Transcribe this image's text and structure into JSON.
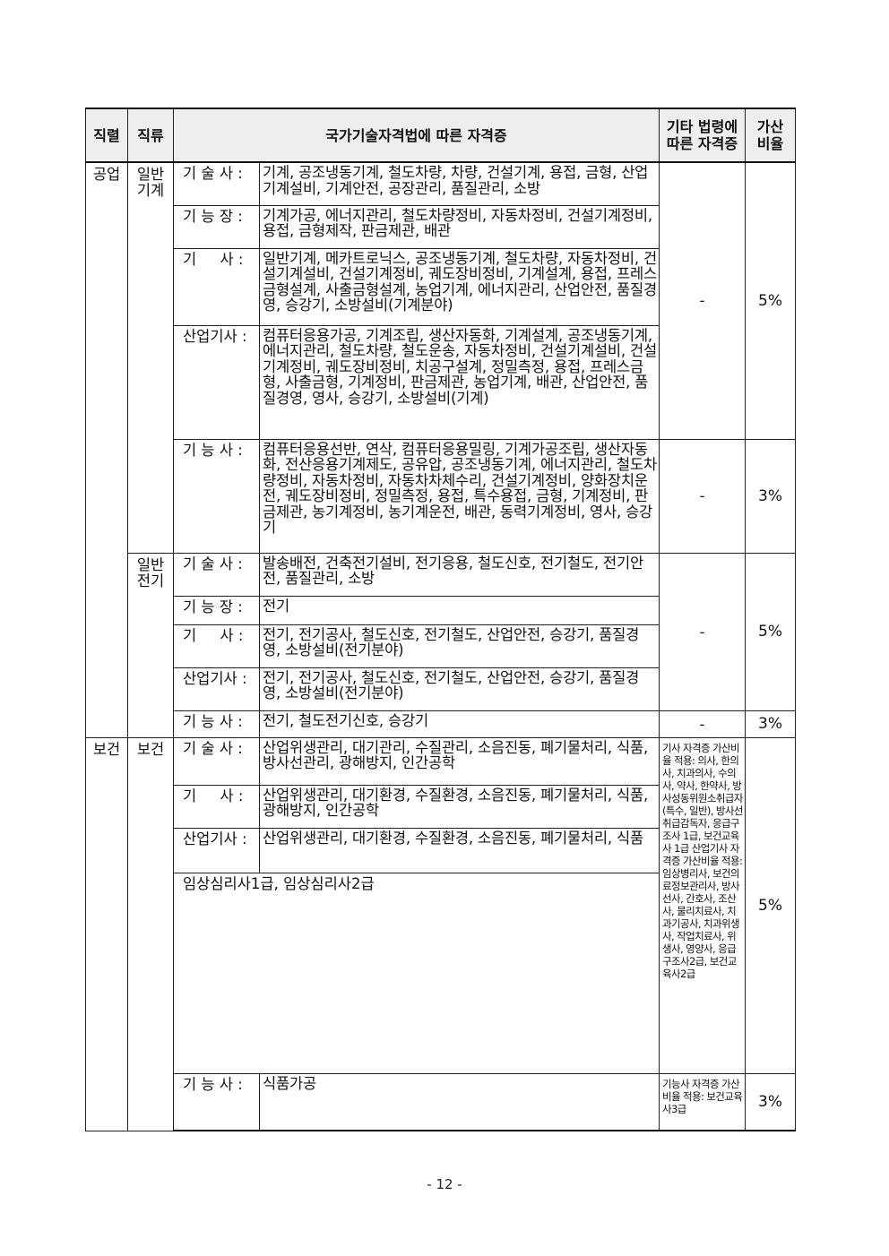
{
  "table": {
    "headers": {
      "position": "직렬",
      "job": "직류",
      "national": "국가기술자격법에 따른 자격증",
      "other_line1": "기타 법령에",
      "other_line2": "따른 자격증",
      "rate_line1": "가산",
      "rate_line2": "비율"
    },
    "industry": {
      "position": "공업",
      "mech_job": "일반\n기계",
      "mech": {
        "engineer_pro": {
          "label": "기 술 사 :",
          "items": "기계, 공조냉동기계, 철도차량, 차량, 건설기계, 용접, 금형, 산업기계설비, 기계안전, 공장관리, 품질관리, 소방"
        },
        "master": {
          "label": "기 능 장 :",
          "items": "기계가공, 에너지관리, 철도차량정비, 자동차정비, 건설기계정비, 용접, 금형제작, 판금제관, 배관"
        },
        "engineer": {
          "label": "기     사 :",
          "items": "일반기계, 메카트로닉스, 공조냉동기계, 철도차량, 자동차정비, 건설기계설비, 건설기계정비, 궤도장비정비, 기계설계, 용접, 프레스금형설계, 사출금형설계, 농업기계, 에너지관리, 산업안전, 품질경영, 승강기, 소방설비(기계분야)"
        },
        "ind_engineer": {
          "label": "산업기사 :",
          "items": "컴퓨터응용가공, 기계조립, 생산자동화, 기계설계, 공조냉동기계, 에너지관리, 철도차량, 철도운송, 자동차정비, 건설기계설비, 건설기계정비, 궤도장비정비, 치공구설계, 정밀측정, 용접, 프레스금형, 사출금형, 기계정비, 판금제관, 농업기계, 배관, 산업안전, 품질경영, 영사, 승강기, 소방설비(기계)"
        },
        "craftsman": {
          "label": "기 능 사 :",
          "items": "컴퓨터응용선반, 연삭, 컴퓨터응용밀링, 기계가공조립, 생산자동화, 전산응용기계제도, 공유압, 공조냉동기계, 에너지관리, 철도차량정비, 자동차정비, 자동차차체수리, 건설기계정비, 양화장치운전, 궤도장비정비, 정밀측정, 용접, 특수용접, 금형, 기계정비, 판금제관, 농기계정비, 농기계운전, 배관, 동력기계정비, 영사, 승강기"
        },
        "other_main": "-",
        "rate_main": "5%",
        "other_craft": "-",
        "rate_craft": "3%"
      },
      "elec_job": "일반\n전기",
      "elec": {
        "engineer_pro": {
          "label": "기 술 사 :",
          "items": "발송배전, 건축전기설비, 전기응용, 철도신호, 전기철도, 전기안전, 품질관리, 소방"
        },
        "master": {
          "label": "기 능 장 :",
          "items": "전기"
        },
        "engineer": {
          "label": "기     사 :",
          "items": "전기, 전기공사, 철도신호, 전기철도, 산업안전, 승강기, 품질경영, 소방설비(전기분야)"
        },
        "ind_engineer": {
          "label": "산업기사 :",
          "items": "전기, 전기공사, 철도신호, 전기철도, 산업안전, 승강기, 품질경영, 소방설비(전기분야)"
        },
        "craftsman": {
          "label": "기 능 사 :",
          "items": "전기, 철도전기신호, 승강기"
        },
        "other_main": "-",
        "rate_main": "5%",
        "other_craft": "-",
        "rate_craft": "3%"
      }
    },
    "health": {
      "position": "보건",
      "job": "보건",
      "engineer_pro": {
        "label": "기 술 사 :",
        "items": "산업위생관리, 대기관리, 수질관리, 소음진동, 폐기물처리, 식품, 방사선관리, 광해방지, 인간공학"
      },
      "engineer": {
        "label": "기     사 :",
        "items": "산업위생관리, 대기환경, 수질환경, 소음진동, 폐기물처리, 식품, 광해방지, 인간공학"
      },
      "ind_engineer": {
        "label": "산업기사 :",
        "items": "산업위생관리, 대기환경, 수질환경, 소음진동, 폐기물처리, 식품"
      },
      "psych": "임상심리사1급, 임상심리사2급",
      "craftsman": {
        "label": "기 능 사 :",
        "items": "식품가공"
      },
      "note_main": "기사 자격증 가산비율 적용: 의사, 한의사, 치과의사, 수의사, 약사, 한약사, 방사성동위원소취급자(특수, 일반), 방사선 취급감독자, 응급구조사 1급, 보건교육사 1급 산업기사 자격증 가산비율 적용: 임상병리사, 보건의료정보관리사, 방사선사, 간호사, 조산사, 물리치료사, 치과기공사, 치과위생사, 작업치료사, 위생사, 영양사, 응급구조사2급, 보건교육사2급",
      "note_craft": "기능사 자격증 가산비율 적용: 보건교육사3급",
      "rate_main": "5%",
      "rate_craft": "3%"
    }
  },
  "footer": {
    "page": "- 12 -"
  }
}
